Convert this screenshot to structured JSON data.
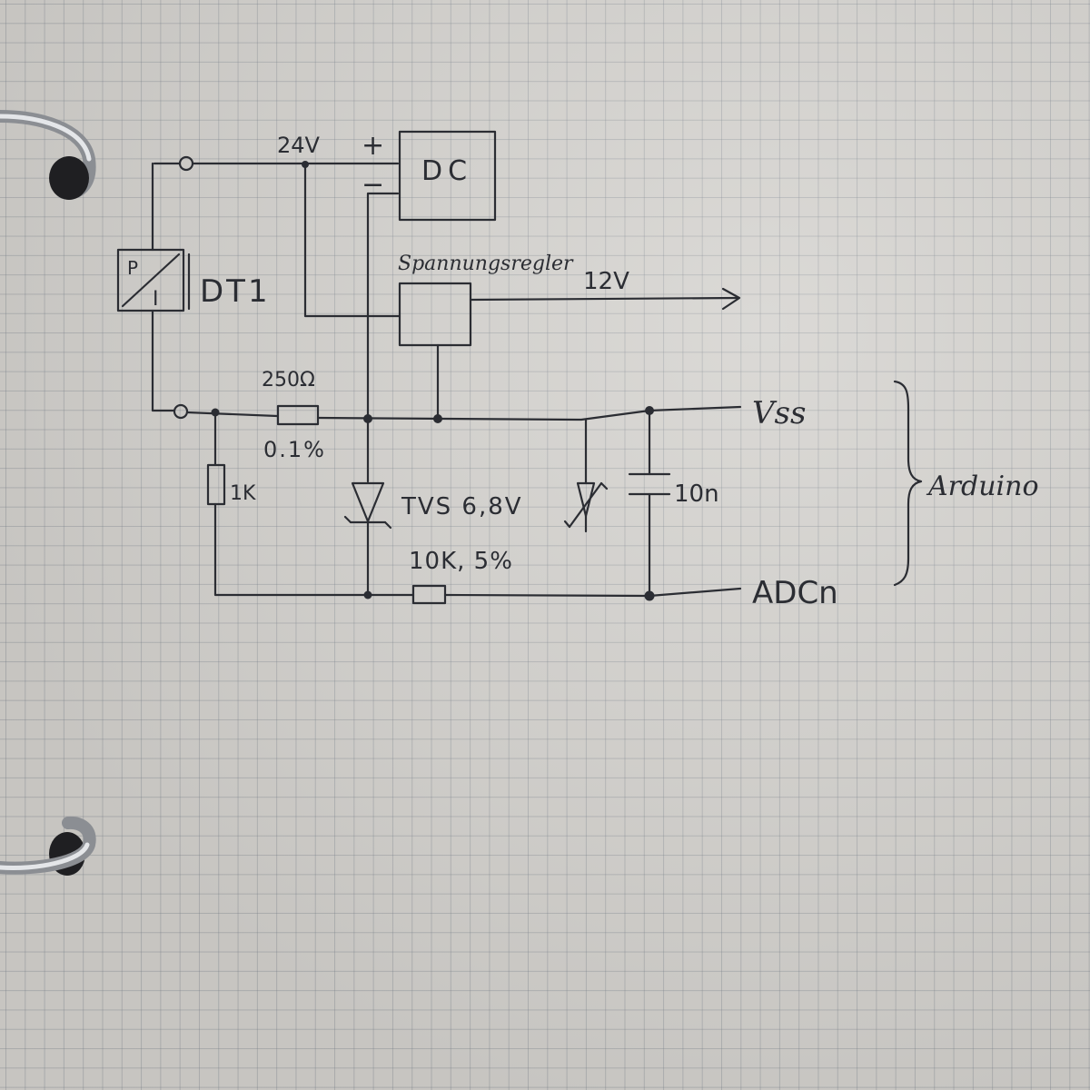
{
  "labels": {
    "supply_voltage": "24V",
    "plus": "+",
    "minus": "−",
    "dc_block": "DC",
    "regulator": "Spannungsregler",
    "out_12v": "12V",
    "sensor_top": "P",
    "sensor_bottom": "I",
    "sensor_name": "DT1",
    "shunt_value": "250Ω",
    "shunt_tolerance": "0.1%",
    "pulldown": "1K",
    "tvs": "TVS 6,8V",
    "series_resistor": "10K, 5%",
    "capacitor": "10n",
    "vss": "Vss",
    "adc": "ADCn",
    "arduino": "Arduino"
  },
  "colors": {
    "ink": "#2b2d33",
    "paper": "#d3d1cd",
    "grid": "#78808a"
  }
}
